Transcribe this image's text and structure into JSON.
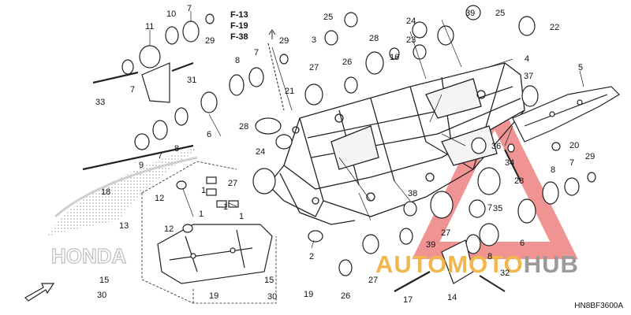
{
  "ref_pages": [
    "F-13",
    "F-19",
    "F-38"
  ],
  "diagram_code": "HN8BF3600A",
  "brand_mark": "HONDA",
  "watermark": {
    "part1": "AUTOMOTO",
    "part2": "HUB"
  },
  "colors": {
    "line": "#222222",
    "watermark_red": "#e23b3b",
    "watermark_orange": "#f1b64c",
    "watermark_gray": "#9a9a9a",
    "halftone": "#bbbbbb"
  },
  "callouts": [
    "1",
    "1",
    "1",
    "1",
    "2",
    "3",
    "4",
    "5",
    "6",
    "6",
    "7",
    "7",
    "7",
    "7",
    "7",
    "7",
    "8",
    "8",
    "8",
    "8",
    "9",
    "10",
    "11",
    "12",
    "12",
    "13",
    "14",
    "15",
    "15",
    "16",
    "17",
    "18",
    "19",
    "19",
    "20",
    "21",
    "22",
    "23",
    "24",
    "24",
    "25",
    "25",
    "26",
    "26",
    "27",
    "27",
    "27",
    "27",
    "28",
    "28",
    "28",
    "29",
    "29",
    "29",
    "30",
    "30",
    "31",
    "32",
    "33",
    "34",
    "35",
    "36",
    "37",
    "38",
    "39",
    "39"
  ]
}
